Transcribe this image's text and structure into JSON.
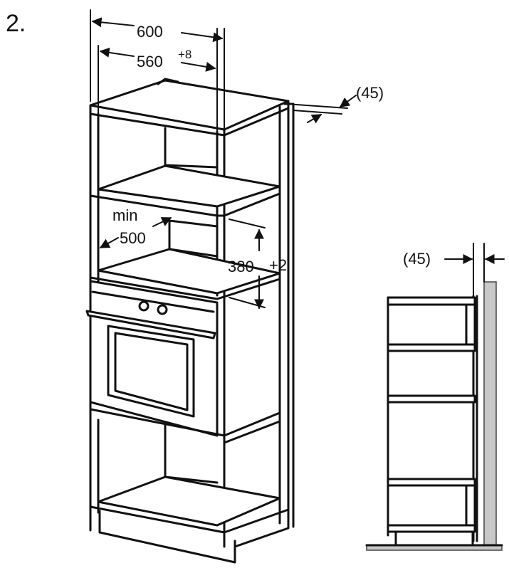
{
  "step_number": "2.",
  "dimensions": {
    "width_outer": "600",
    "width_inner": "560",
    "width_inner_tolerance": "+8",
    "rear_gap": "(45)",
    "depth_min_label": "min",
    "depth_min_value": "500",
    "height_opening": "380",
    "height_opening_tolerance": "+2",
    "side_rear_gap": "(45)"
  },
  "colors": {
    "line": "#111111",
    "wall": "#c8c8c8",
    "background": "#ffffff"
  }
}
